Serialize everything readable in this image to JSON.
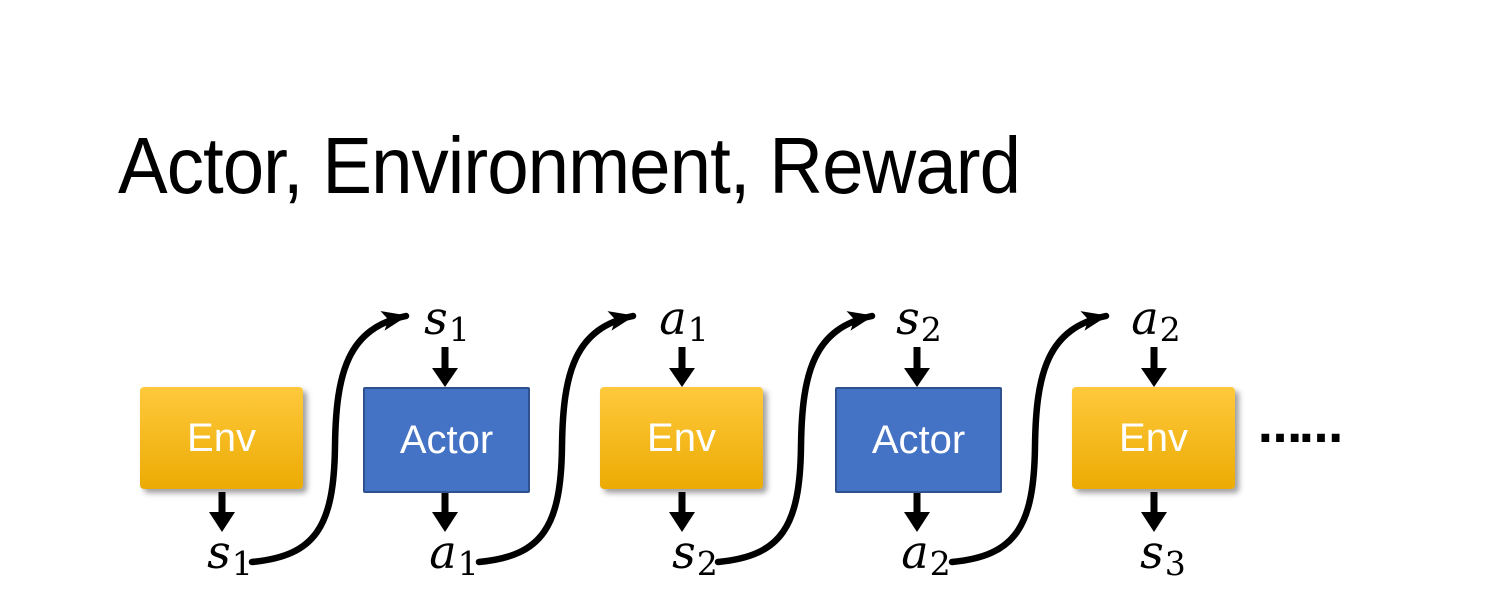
{
  "title": "Actor, Environment, Reward",
  "ellipsis": "……",
  "colors": {
    "env_gradient_top": "#FFC93C",
    "env_gradient_bottom": "#ECAB04",
    "actor_fill": "#4472C4",
    "actor_border": "#2F528F",
    "arrow": "#000000",
    "box_text": "#FFFFFF",
    "title_text": "#000000"
  },
  "boxes": [
    {
      "label": "Env"
    },
    {
      "label": "Actor"
    },
    {
      "label": "Env"
    },
    {
      "label": "Actor"
    },
    {
      "label": "Env"
    }
  ],
  "labels": {
    "top": [
      {
        "base": "s",
        "sub": "1"
      },
      {
        "base": "a",
        "sub": "1"
      },
      {
        "base": "s",
        "sub": "2"
      },
      {
        "base": "a",
        "sub": "2"
      }
    ],
    "bottom": [
      {
        "base": "s",
        "sub": "1"
      },
      {
        "base": "a",
        "sub": "1"
      },
      {
        "base": "s",
        "sub": "2"
      },
      {
        "base": "a",
        "sub": "2"
      },
      {
        "base": "s",
        "sub": "3"
      }
    ]
  }
}
